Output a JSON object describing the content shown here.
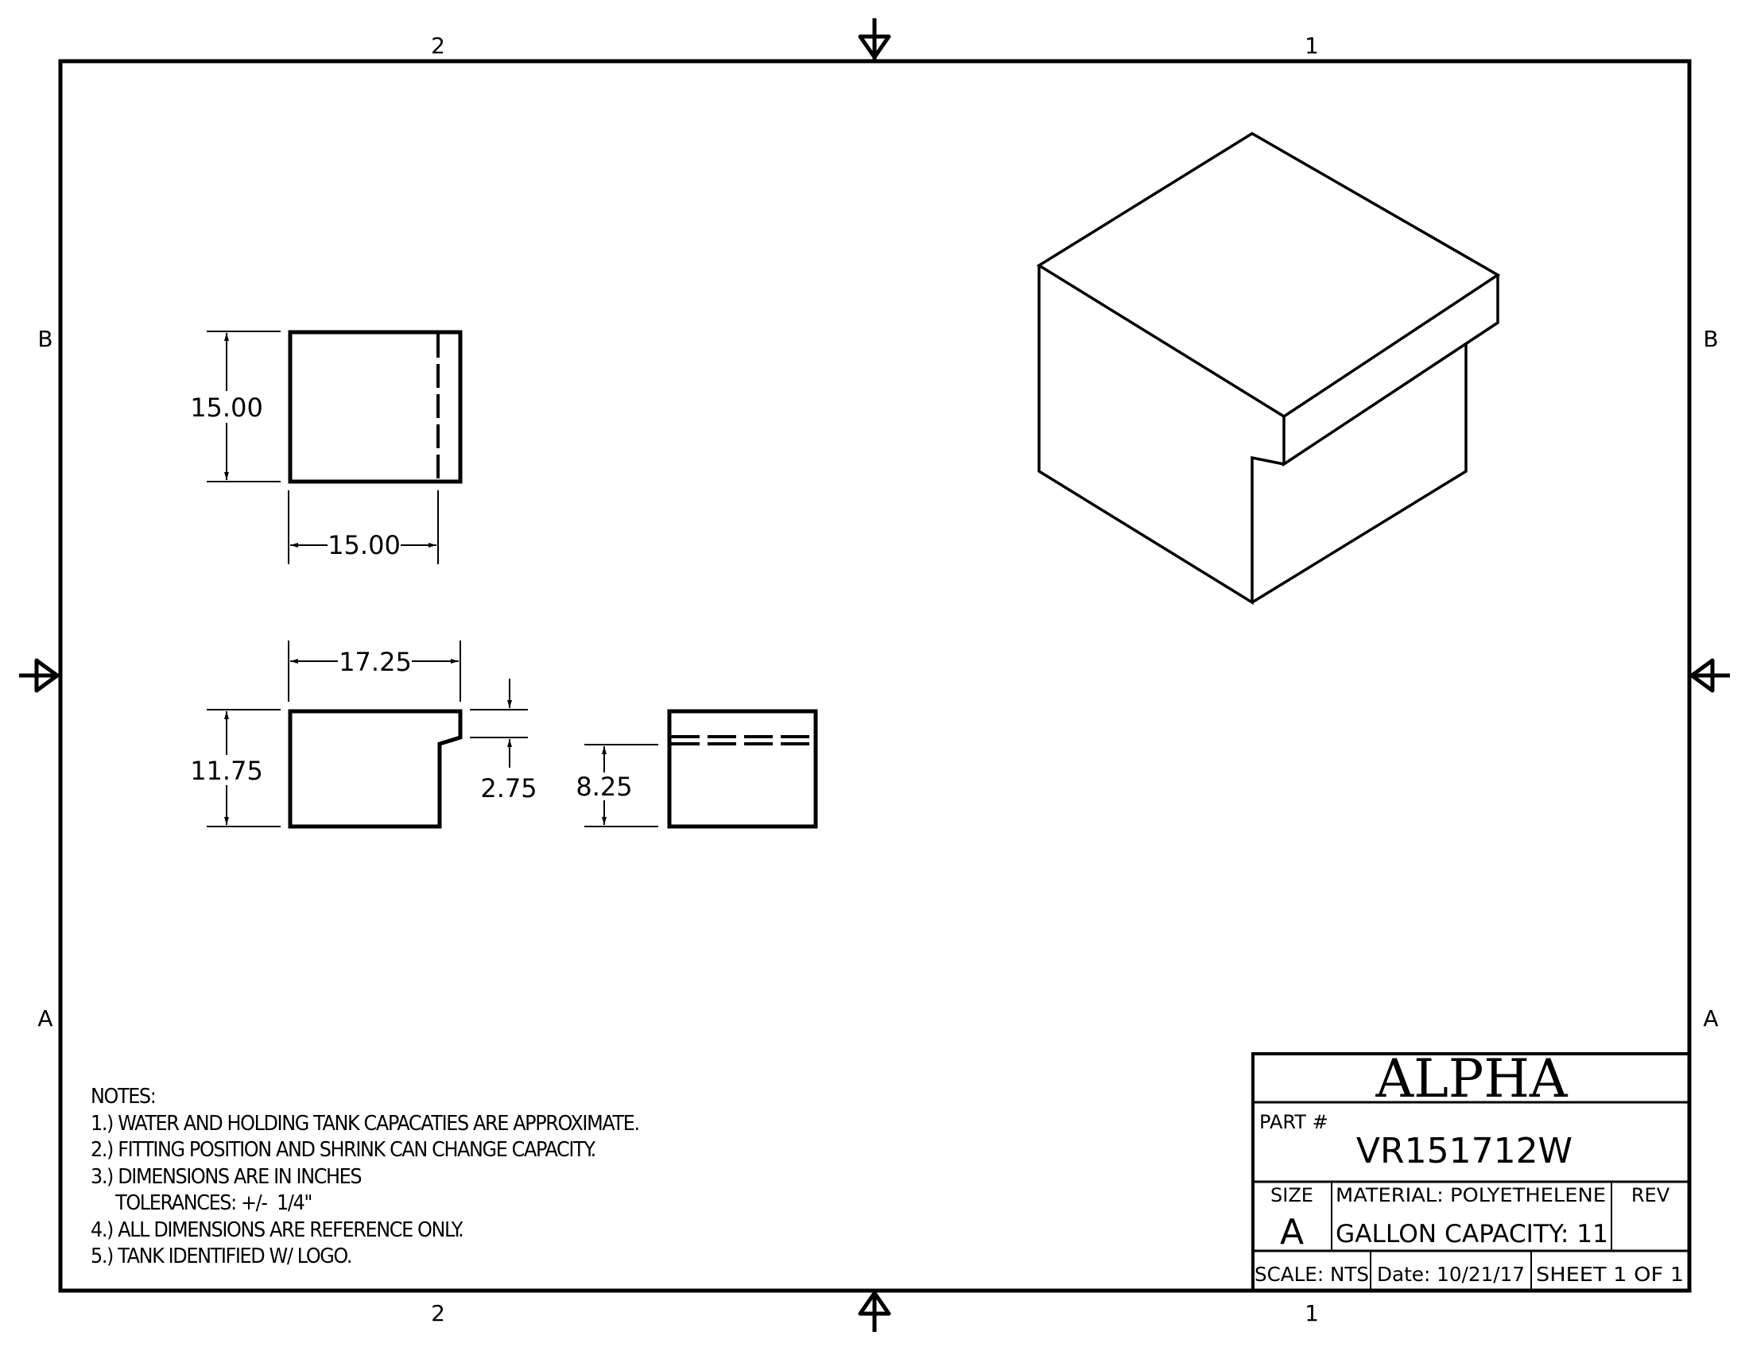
{
  "drawing": {
    "zones": {
      "top_numbers": [
        "2",
        "1"
      ],
      "bottom_numbers": [
        "2",
        "1"
      ],
      "left_letters": [
        "B",
        "A"
      ],
      "right_letters": [
        "B",
        "A"
      ]
    },
    "views": {
      "top_view": {
        "height_dim": "15.00",
        "width_dim": "15.00"
      },
      "front_view": {
        "width_dim": "17.25",
        "height_dim": "11.75",
        "step_dim": "2.75"
      },
      "side_view": {
        "height_dim": "8.25"
      },
      "isometric_view": {
        "label": "isometric tank view"
      }
    },
    "notes": {
      "title": "NOTES:",
      "items": [
        "1.) WATER AND HOLDING TANK CAPACATIES ARE APPROXIMATE.",
        "2.) FITTING POSITION AND SHRINK CAN CHANGE CAPACITY.",
        "3.) DIMENSIONS ARE IN INCHES",
        "     TOLERANCES: +/-  1/4\"",
        "4.) ALL DIMENSIONS ARE REFERENCE ONLY.",
        "5.) TANK IDENTIFIED W/ LOGO."
      ]
    },
    "title_block": {
      "company": "ALPHA",
      "part_label": "PART #",
      "part_number": "VR151712W",
      "size_label": "SIZE",
      "size_value": "A",
      "material": "MATERIAL: POLYETHELENE",
      "capacity": "GALLON CAPACITY: 11",
      "rev_label": "REV",
      "rev_value": "",
      "scale": "SCALE: NTS",
      "date": "Date: 10/21/17",
      "sheet": "SHEET 1  OF 1"
    },
    "colors": {
      "line": "#000000",
      "background": "#ffffff"
    }
  }
}
